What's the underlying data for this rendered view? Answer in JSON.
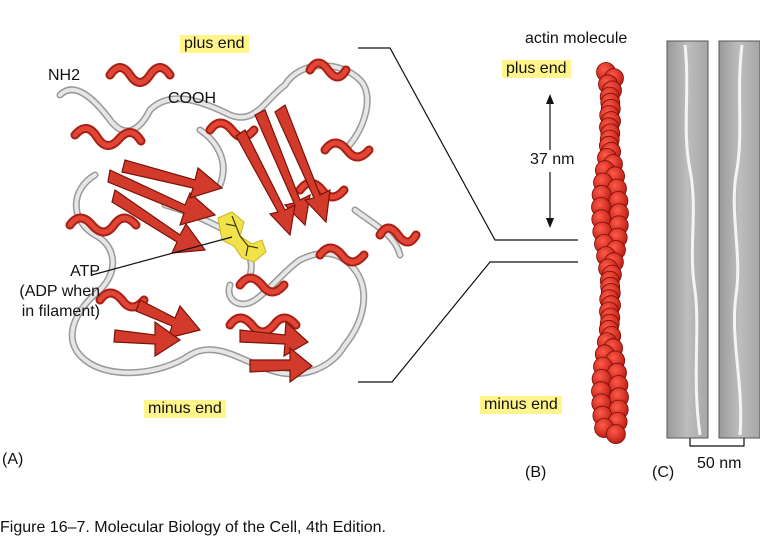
{
  "panel_a": {
    "letter": "(A)",
    "plus_end": "plus end",
    "minus_end": "minus end",
    "nh2": "NH2",
    "cooh": "COOH",
    "atp_line1": "ATP",
    "atp_line2": "(ADP when",
    "atp_line3": "in filament)"
  },
  "panel_b": {
    "letter": "(B)",
    "actin_molecule": "actin molecule",
    "plus_end": "plus end",
    "minus_end": "minus end",
    "spacing": "37 nm"
  },
  "panel_c": {
    "letter": "(C)",
    "scale_bar": "50 nm"
  },
  "caption": "Figure 16–7. Molecular Biology of the Cell, 4th Edition.",
  "colors": {
    "ribbon": "#d23a2c",
    "loop": "#d8d8d8",
    "atp": "#f2e24a",
    "bead": "#e0281c",
    "highlight": "#fff58a"
  }
}
